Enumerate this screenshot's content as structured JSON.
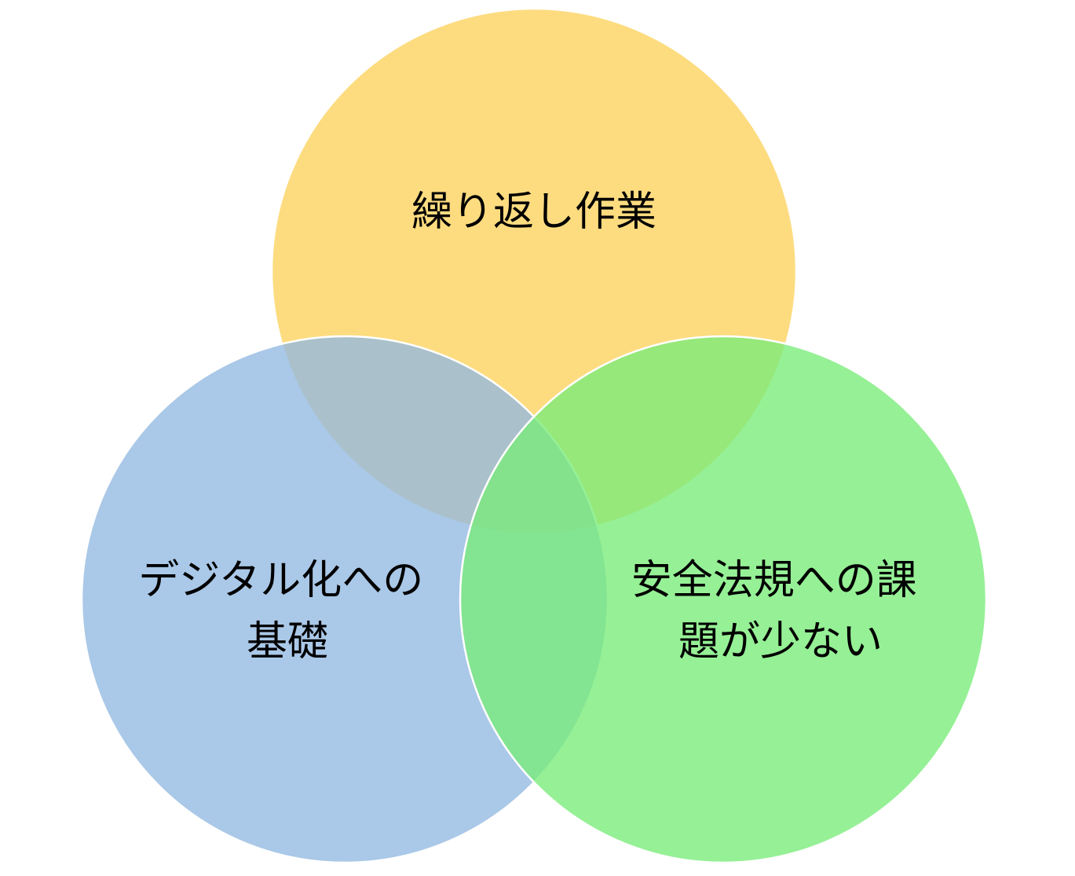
{
  "venn": {
    "sets": [
      {
        "id": "top",
        "color": "#FCD25C",
        "label_lines": [
          "繰り返し作業"
        ]
      },
      {
        "id": "bottom-left",
        "color": "#92B8E0",
        "label_lines": [
          "デジタル化への",
          "基礎"
        ]
      },
      {
        "id": "bottom-right",
        "color": "#78EC78",
        "label_lines": [
          "安全法規への課",
          "題が少ない"
        ]
      }
    ]
  }
}
